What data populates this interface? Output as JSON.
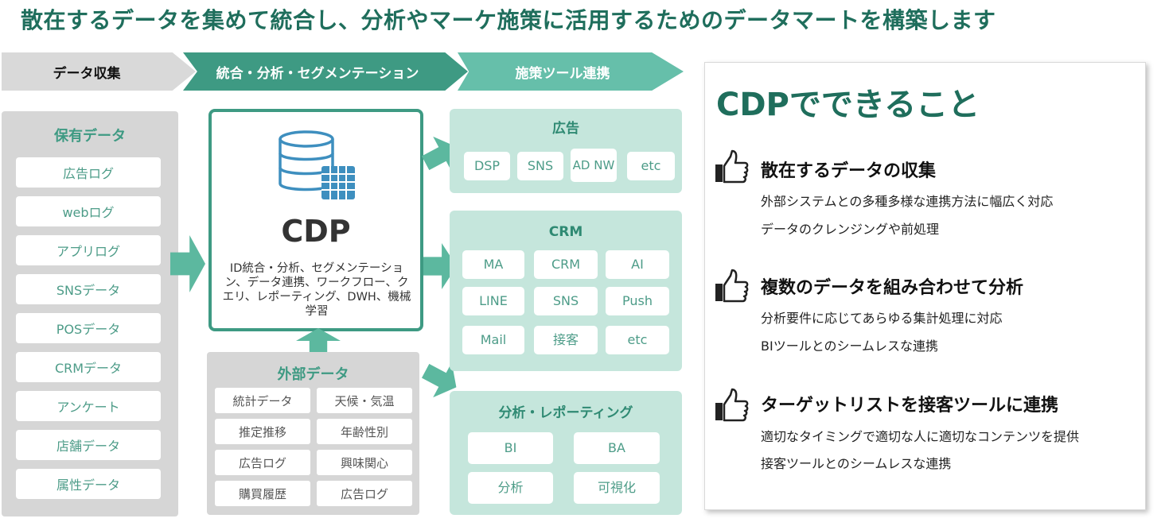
{
  "title": "散在するデータを集めて統合し、分析やマーケ施策に活用するためのデータマートを構築します",
  "steps": [
    "データ収集",
    "統合・分析・セグメンテーション",
    "施策ツール連携"
  ],
  "owned_data": {
    "title": "保有データ",
    "items": [
      "広告ログ",
      "webログ",
      "アプリログ",
      "SNSデータ",
      "POSデータ",
      "CRMデータ",
      "アンケート",
      "店舗データ",
      "属性データ"
    ]
  },
  "cdp": {
    "title": "CDP",
    "description": "ID統合・分析、セグメンテーション、データ連携、ワークフロー、クエリ、レポーティング、DWH、機械学習"
  },
  "external_data": {
    "title": "外部データ",
    "items": [
      "統計データ",
      "天候・気温",
      "推定推移",
      "年齢性別",
      "広告ログ",
      "興味関心",
      "購買履歴",
      "広告ログ"
    ]
  },
  "ads": {
    "title": "広告",
    "items": [
      "DSP",
      "SNS",
      "AD NW",
      "etc"
    ]
  },
  "crm": {
    "title": "CRM",
    "items": [
      "MA",
      "CRM",
      "AI",
      "LINE",
      "SNS",
      "Push",
      "Mail",
      "接客",
      "etc"
    ]
  },
  "analysis": {
    "title": "分析・レポーティング",
    "items": [
      "BI",
      "BA",
      "分析",
      "可視化"
    ]
  },
  "summary": {
    "title": "CDPでできること",
    "points": [
      {
        "heading": "散在するデータの収集",
        "lines": [
          "外部システムとの多種多様な連携方法に幅広く対応",
          "データのクレンジングや前処理"
        ]
      },
      {
        "heading": "複数のデータを組み合わせて分析",
        "lines": [
          "分析要件に応じてあらゆる集計処理に対応",
          "BIツールとのシームレスな連携"
        ]
      },
      {
        "heading": "ターゲットリストを接客ツールに連携",
        "lines": [
          "適切なタイミングで適切な人に適切なコンテンツを提供",
          "接客ツールとのシームレスな連携"
        ]
      }
    ]
  },
  "colors": {
    "dark_green": "#1f6e5c",
    "mid_green": "#3e9a83",
    "light_green": "#c5e6dc",
    "gray": "#d6d6d6"
  },
  "icons": {
    "database": "database-icon",
    "thumbs_up": "thumbs-up-icon"
  }
}
